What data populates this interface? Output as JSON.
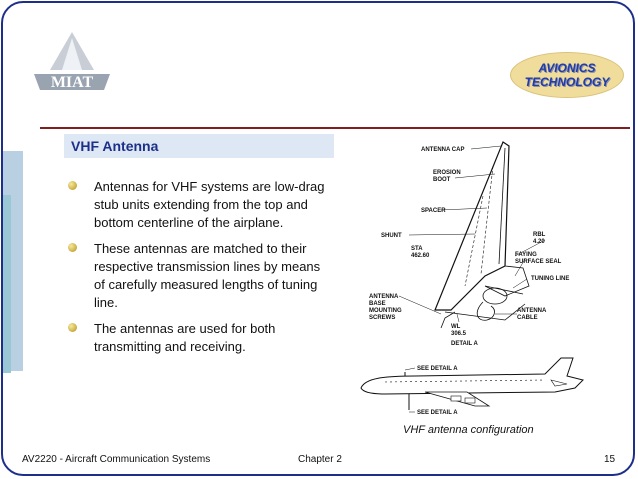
{
  "logo": {
    "text": "MIAT"
  },
  "badge": {
    "line1": "AVIONICS",
    "line2": "TECHNOLOGY"
  },
  "title": "VHF Antenna",
  "bullets": [
    "Antennas for VHF systems are low-drag stub units extending from the top and bottom centerline of the airplane.",
    "These antennas are matched to their respective transmission lines by means of carefully measured lengths of tuning line.",
    "The antennas are used for both transmitting and receiving."
  ],
  "figure": {
    "labels": {
      "antenna_cap": "ANTENNA CAP",
      "erosion_boot": "EROSION\nBOOT",
      "spacer": "SPACER",
      "shunt": "SHUNT",
      "sta": "STA\n462.60",
      "rbl": "RBL\n4.20",
      "faying": "FAYING\nSURFACE SEAL",
      "tuning": "TUNING LINE",
      "antenna_base": "ANTENNA\nBASE\nMOUNTING\nSCREWS",
      "wl": "WL\n306.5",
      "antenna_cable": "ANTENNA\nCABLE",
      "detail_a": "DETAIL A",
      "see_detail_top": "SEE DETAIL A",
      "see_detail_bottom": "SEE DETAIL A"
    }
  },
  "caption": "VHF antenna configuration",
  "footer": {
    "course": "AV2220 - Aircraft Communication Systems",
    "chapter": "Chapter 2",
    "page": "15"
  },
  "colors": {
    "frame": "#1d2f8a",
    "accent": "#7f1f1f",
    "title_bg": "#dde8f4",
    "badge_bg": "#f0dc9b"
  }
}
